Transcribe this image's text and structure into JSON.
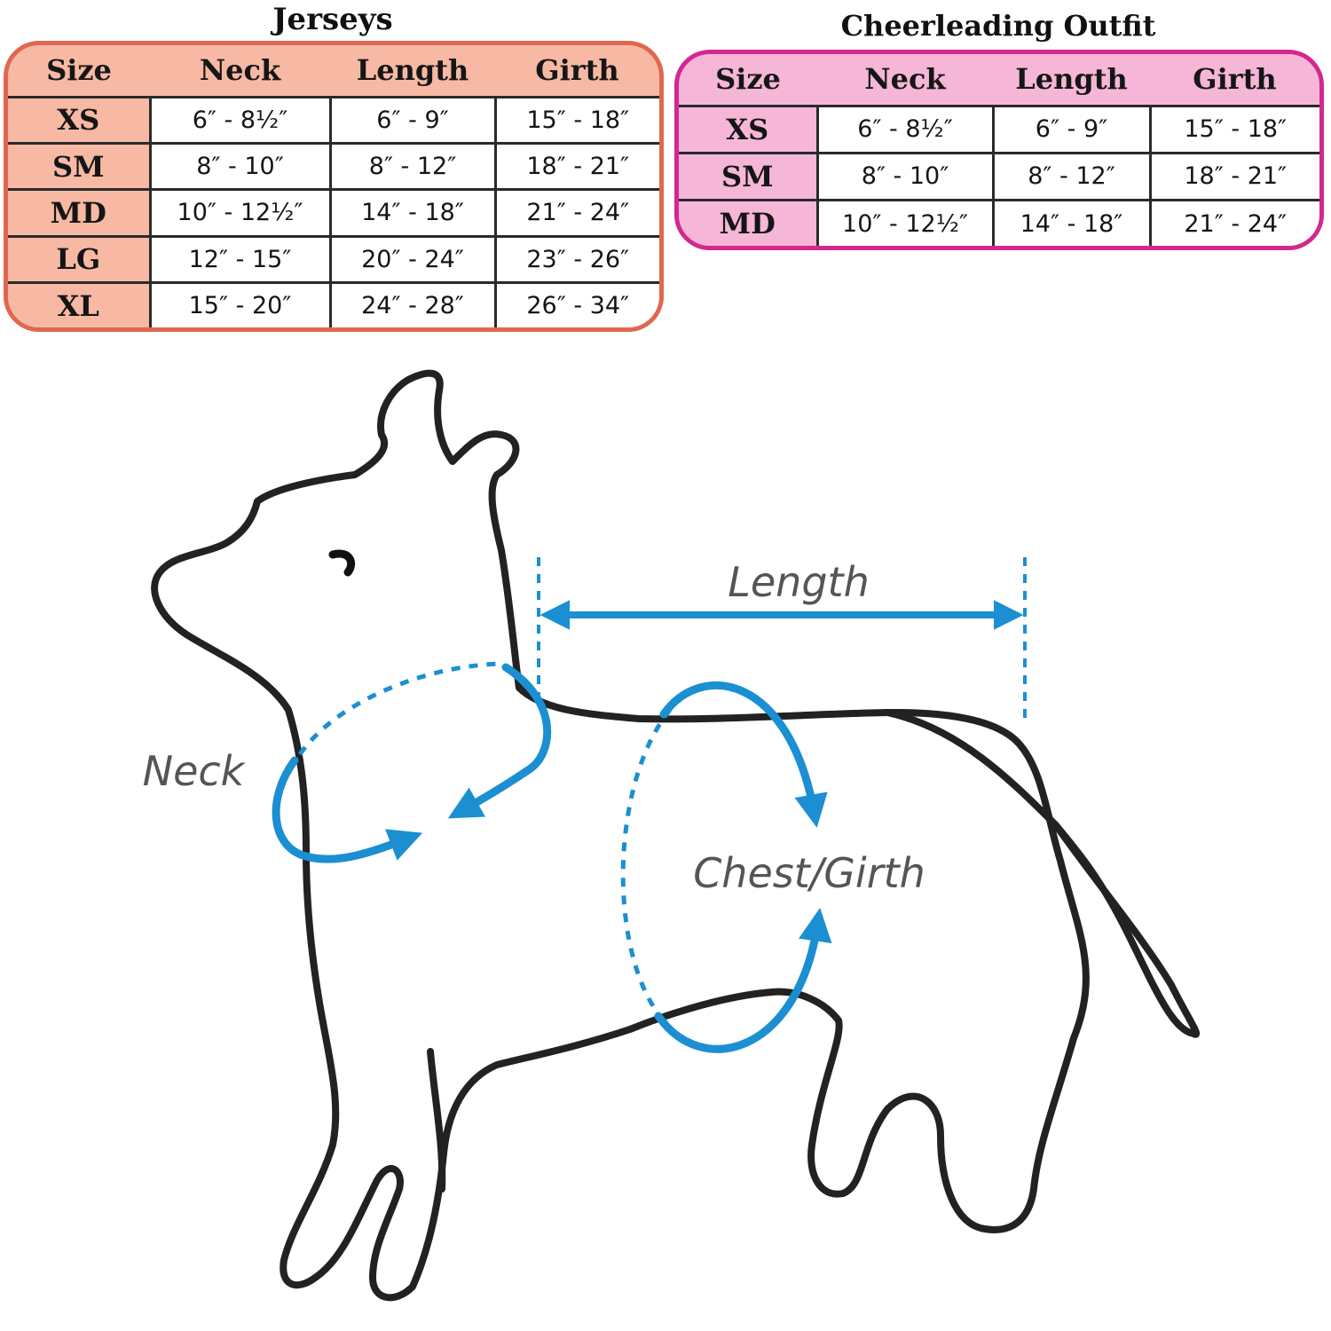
{
  "jerseys": {
    "title": "Jerseys",
    "columns": [
      "Size",
      "Neck",
      "Length",
      "Girth"
    ],
    "rows": [
      [
        "XS",
        "6″ - 8½″",
        "6″ - 9″",
        "15″ - 18″"
      ],
      [
        "SM",
        "8″ - 10″",
        "8″ - 12″",
        "18″ - 21″"
      ],
      [
        "MD",
        "10″ - 12½″",
        "14″ - 18″",
        "21″ - 24″"
      ],
      [
        "LG",
        "12″ - 15″",
        "20″ - 24″",
        "23″ - 26″"
      ],
      [
        "XL",
        "15″ - 20″",
        "24″ - 28″",
        "26″ - 34″"
      ]
    ],
    "header_color": "#f7b9a4",
    "border_color": "#e0674f"
  },
  "cheerleading": {
    "title": "Cheerleading Outfit",
    "columns": [
      "Size",
      "Neck",
      "Length",
      "Girth"
    ],
    "rows": [
      [
        "XS",
        "6″ - 8½″",
        "6″ - 9″",
        "15″ - 18″"
      ],
      [
        "SM",
        "8″ - 10″",
        "8″ - 12″",
        "18″ - 21″"
      ],
      [
        "MD",
        "10″ - 12½″",
        "14″ - 18″",
        "21″ - 24″"
      ]
    ],
    "header_color": "#f6b6d8",
    "border_color": "#d2288f"
  },
  "diagram": {
    "length_label": "Length",
    "neck_label": "Neck",
    "girth_label": "Chest/Girth",
    "measure_color": "#1b8fd2",
    "outline_color": "#222222"
  }
}
